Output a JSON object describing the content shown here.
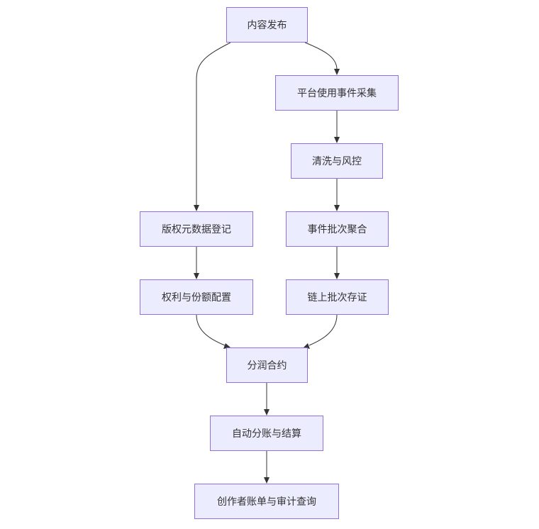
{
  "diagram": {
    "nodes": [
      {
        "id": "n1",
        "label": "内容发布"
      },
      {
        "id": "n2",
        "label": "平台使用事件采集"
      },
      {
        "id": "n3",
        "label": "清洗与风控"
      },
      {
        "id": "n4",
        "label": "版权元数据登记"
      },
      {
        "id": "n5",
        "label": "事件批次聚合"
      },
      {
        "id": "n6",
        "label": "权利与份额配置"
      },
      {
        "id": "n7",
        "label": "链上批次存证"
      },
      {
        "id": "n8",
        "label": "分润合约"
      },
      {
        "id": "n9",
        "label": "自动分账与结算"
      },
      {
        "id": "n10",
        "label": "创作者账单与审计查询"
      }
    ],
    "edges": [
      {
        "from": "n1",
        "to": "n4"
      },
      {
        "from": "n1",
        "to": "n2"
      },
      {
        "from": "n2",
        "to": "n3"
      },
      {
        "from": "n3",
        "to": "n5"
      },
      {
        "from": "n4",
        "to": "n6"
      },
      {
        "from": "n5",
        "to": "n7"
      },
      {
        "from": "n6",
        "to": "n8"
      },
      {
        "from": "n7",
        "to": "n8"
      },
      {
        "from": "n8",
        "to": "n9"
      },
      {
        "from": "n9",
        "to": "n10"
      }
    ],
    "colors": {
      "node_fill": "#ececff",
      "node_border": "#9370db",
      "text": "#333333",
      "edge": "#333333"
    }
  }
}
